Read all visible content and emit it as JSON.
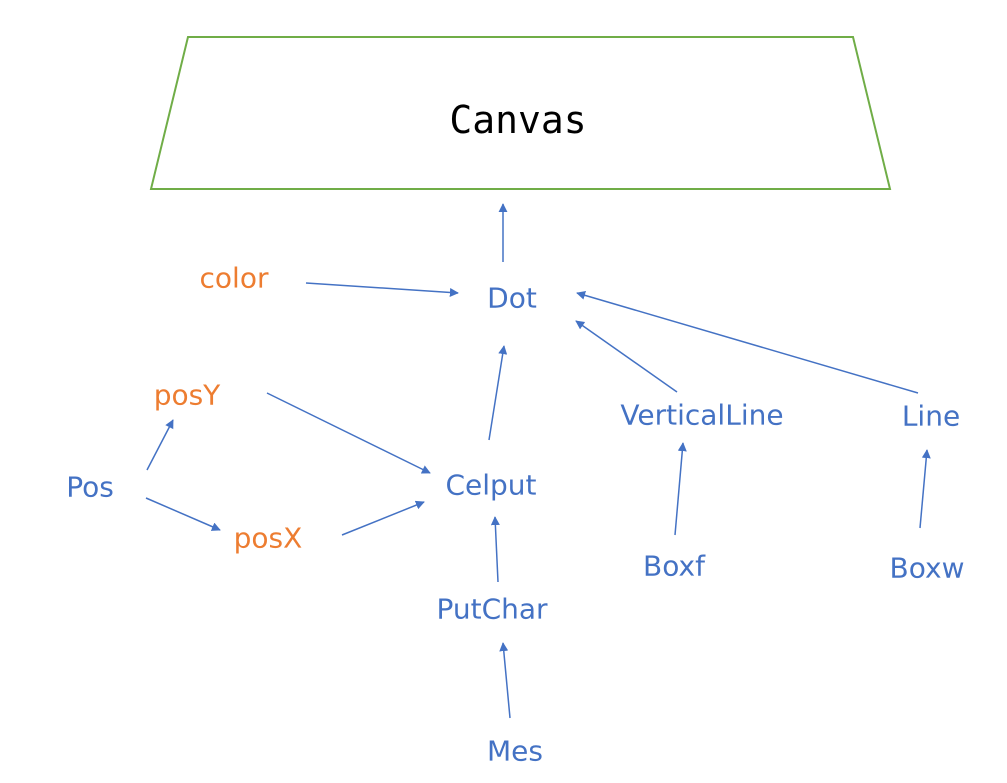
{
  "colors": {
    "function_node": "#4472C4",
    "variable_node": "#ED7D31",
    "arrow": "#4472C4",
    "canvas_border": "#70AD47",
    "canvas_text": "#000000"
  },
  "canvas": {
    "label": "Canvas"
  },
  "nodes": {
    "dot": {
      "label": "Dot",
      "kind": "function"
    },
    "color": {
      "label": "color",
      "kind": "variable"
    },
    "posY": {
      "label": "posY",
      "kind": "variable"
    },
    "pos": {
      "label": "Pos",
      "kind": "function"
    },
    "posX": {
      "label": "posX",
      "kind": "variable"
    },
    "celput": {
      "label": "Celput",
      "kind": "function"
    },
    "putchar": {
      "label": "PutChar",
      "kind": "function"
    },
    "mes": {
      "label": "Mes",
      "kind": "function"
    },
    "verticalline": {
      "label": "VerticalLine",
      "kind": "function"
    },
    "boxf": {
      "label": "Boxf",
      "kind": "function"
    },
    "line": {
      "label": "Line",
      "kind": "function"
    },
    "boxw": {
      "label": "Boxw",
      "kind": "function"
    }
  },
  "edges": [
    {
      "from": "dot",
      "to": "canvas"
    },
    {
      "from": "color",
      "to": "dot"
    },
    {
      "from": "celput",
      "to": "dot"
    },
    {
      "from": "verticalline",
      "to": "dot"
    },
    {
      "from": "line",
      "to": "dot"
    },
    {
      "from": "pos",
      "to": "posY"
    },
    {
      "from": "pos",
      "to": "posX"
    },
    {
      "from": "posY",
      "to": "celput"
    },
    {
      "from": "posX",
      "to": "celput"
    },
    {
      "from": "putchar",
      "to": "celput"
    },
    {
      "from": "mes",
      "to": "putchar"
    },
    {
      "from": "boxf",
      "to": "verticalline"
    },
    {
      "from": "boxw",
      "to": "line"
    }
  ]
}
